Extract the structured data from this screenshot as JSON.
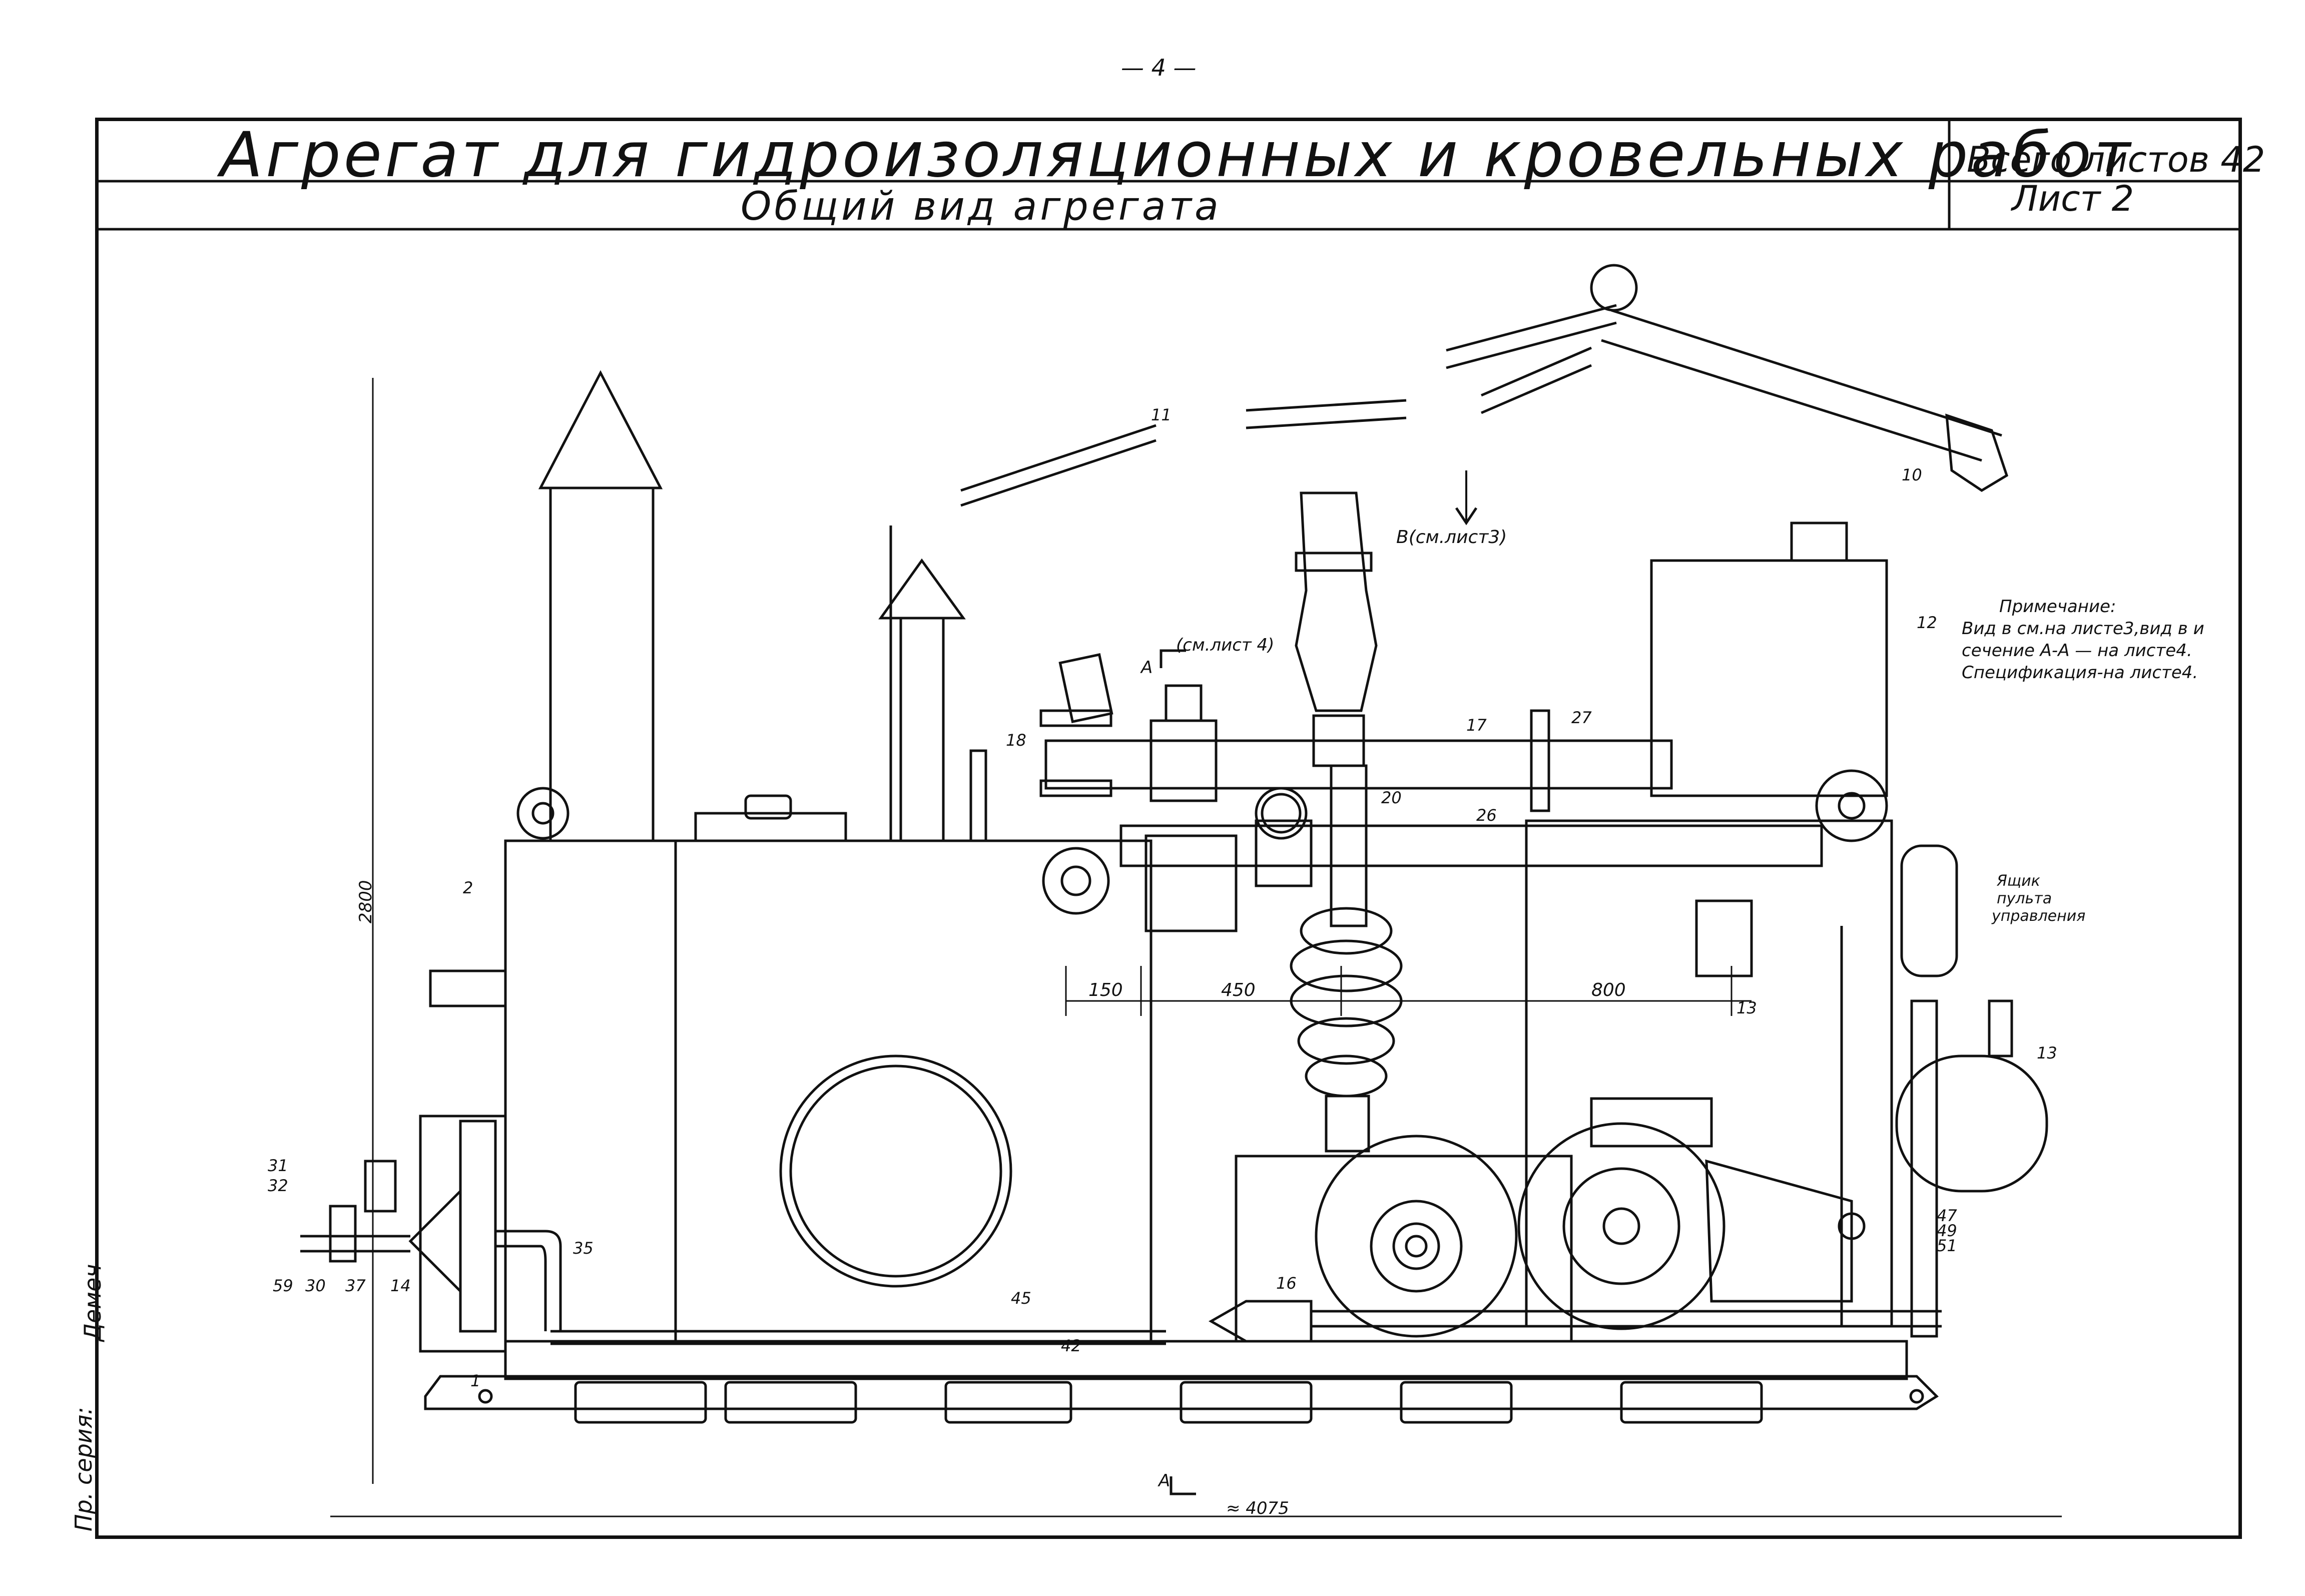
{
  "header": {
    "page_number": "— 4 —",
    "title": "Агрегат для гидроизоляционных и кровельных работ",
    "subtitle": "Общий вид агрегата",
    "sheets_total": "Всего листов 42",
    "sheet_number": "Лист 2"
  },
  "note": {
    "title": "Примечание:",
    "lines": [
      "Вид в см.на листе3,вид в и",
      "сечение А-А — на листе4.",
      "Спецификация-на листе4."
    ]
  },
  "annotations": {
    "view_b": "В(см.лист3)",
    "section_a_ref": "(см.лист 4)",
    "section_a_top": "А",
    "section_a_bottom": "А",
    "control_box": [
      "Ящик",
      "пульта",
      "управления"
    ]
  },
  "dimensions": {
    "height": "2800",
    "overall_length": "≈ 4075",
    "d150": "150",
    "d450": "450",
    "d800": "800"
  },
  "part_numbers": {
    "p1": "1",
    "p2": "2",
    "p10": "10",
    "p11": "11",
    "p12": "12",
    "p13a": "13",
    "p13b": "13",
    "p14": "14",
    "p16": "16",
    "p17": "17",
    "p18": "18",
    "p20": "20",
    "p26": "26",
    "p27": "27",
    "p30": "30",
    "p31": "31",
    "p32": "32",
    "p35": "35",
    "p37": "37",
    "p42": "42",
    "p45": "45",
    "p47": "47",
    "p49": "49",
    "p51": "51",
    "p59": "59"
  },
  "side_labels": {
    "stamp": "Пр. серия:",
    "signature": "Демеч"
  }
}
